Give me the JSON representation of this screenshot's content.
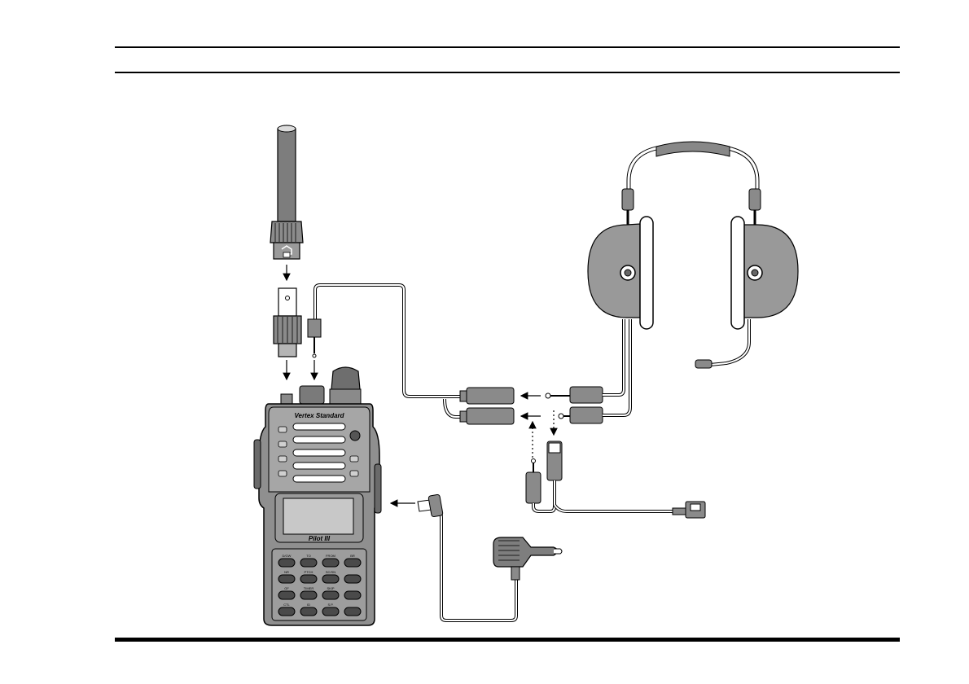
{
  "radio": {
    "brand": "Vertex Standard",
    "model": "Pilot III",
    "keypad_labels": [
      "D/GW",
      "TO",
      "FROM",
      "BR",
      "NR",
      "PTCH",
      "SC/SN",
      "",
      "GF",
      "TIMER",
      "SKIP",
      "",
      "CTL",
      "ID",
      "S.P.",
      ""
    ]
  }
}
